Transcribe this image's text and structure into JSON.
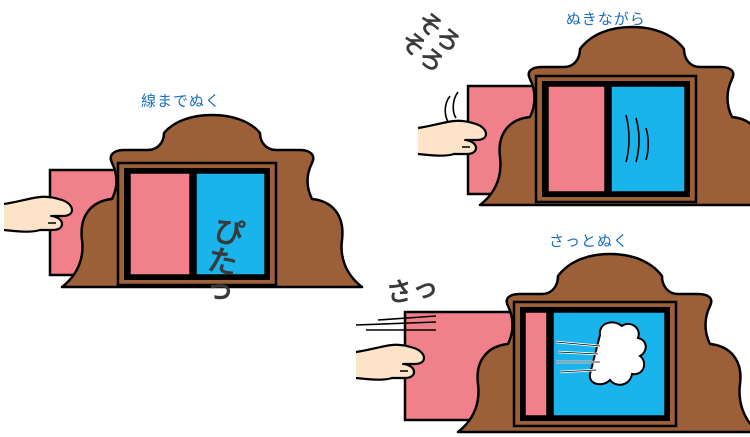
{
  "panels": [
    {
      "caption": "線までぬく",
      "sfx": "ぴたっ"
    },
    {
      "caption": "ぬきながら",
      "sfx": "そろそろ"
    },
    {
      "caption": "さっとぬく",
      "sfx": "さっ"
    }
  ],
  "colors": {
    "frame": "#9b6038",
    "outline": "#000000",
    "pink": "#f0808a",
    "blue": "#1ab4ec",
    "skin": "#fde3c8",
    "caption": "#1a6fbf"
  }
}
